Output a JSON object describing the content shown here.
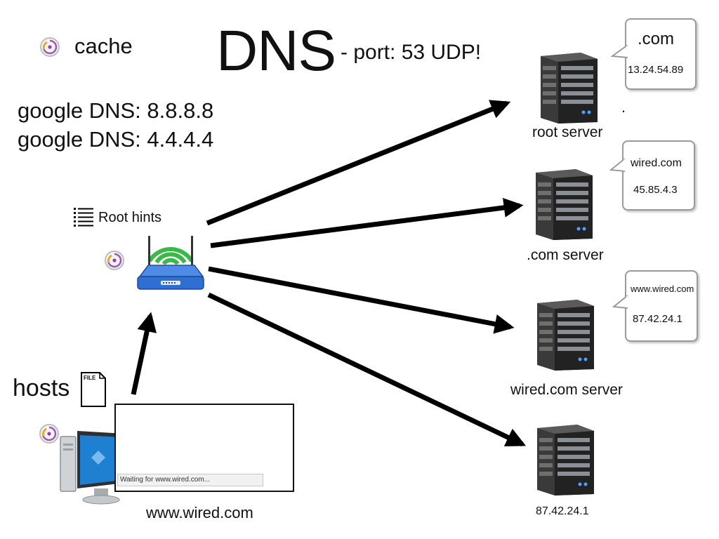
{
  "title": "DNS",
  "subtitle": "- port: 53 UDP!",
  "cache_label": "cache",
  "google_dns": [
    "google DNS: 8.8.8.8",
    "google DNS: 4.4.4.4"
  ],
  "root_hints_label": "Root hints",
  "hosts_label": "hosts",
  "file_icon_text": "FILE",
  "browser": {
    "status": "Waiting for www.wired.com...",
    "url_caption": "www.wired.com"
  },
  "servers": [
    {
      "label": "root server",
      "bubble": {
        "name": ".com",
        "ip": "13.24.54.89"
      },
      "extra": "."
    },
    {
      "label": ".com server",
      "bubble": {
        "name": "wired.com",
        "ip": "45.85.4.3"
      }
    },
    {
      "label": "wired.com server",
      "bubble": {
        "name": "www.wired.com",
        "ip": "87.42.24.1"
      }
    },
    {
      "label": "87.42.24.1"
    }
  ],
  "icons": [
    "cache-icon",
    "server-icon",
    "router-icon",
    "computer-icon",
    "file-icon",
    "list-icon"
  ],
  "colors": {
    "arrow": "#000000",
    "router_blue": "#2f6fd1",
    "wifi_green": "#3cb84a",
    "server_dark": "#2b2b2b"
  }
}
